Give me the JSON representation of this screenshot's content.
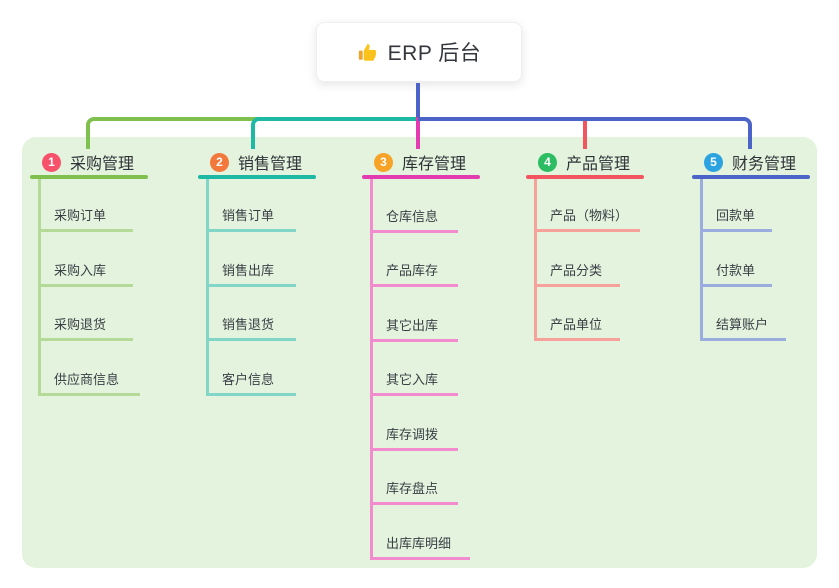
{
  "root": {
    "title": "ERP 后台",
    "icon": "thumbs-up-icon"
  },
  "branches": [
    {
      "num": "1",
      "label": "采购管理",
      "line_color": "#7fc04f",
      "child_line_color": "#b5da97",
      "badge_color": "#f7526a",
      "children": [
        "采购订单",
        "采购入库",
        "采购退货",
        "供应商信息"
      ]
    },
    {
      "num": "2",
      "label": "销售管理",
      "line_color": "#1db9a5",
      "child_line_color": "#82d6c8",
      "badge_color": "#f2793b",
      "children": [
        "销售订单",
        "销售出库",
        "销售退货",
        "客户信息"
      ]
    },
    {
      "num": "3",
      "label": "库存管理",
      "line_color": "#e23cb0",
      "child_line_color": "#f28ccf",
      "badge_color": "#f7a327",
      "children": [
        "仓库信息",
        "产品库存",
        "其它出库",
        "其它入库",
        "库存调拨",
        "库存盘点",
        "出库库明细"
      ]
    },
    {
      "num": "4",
      "label": "产品管理",
      "line_color": "#f2555f",
      "child_line_color": "#f6a19a",
      "badge_color": "#2cbd62",
      "children": [
        "产品（物料）",
        "产品分类",
        "产品单位"
      ]
    },
    {
      "num": "5",
      "label": "财务管理",
      "line_color": "#4c63c8",
      "child_line_color": "#9bacdf",
      "badge_color": "#2ba3e0",
      "children": [
        "回款单",
        "付款单",
        "结算账户"
      ]
    }
  ],
  "colors": {
    "panel_background": "#e3f3dd",
    "root_connector": "#4c63c8",
    "canvas_background": "#ffffff"
  }
}
